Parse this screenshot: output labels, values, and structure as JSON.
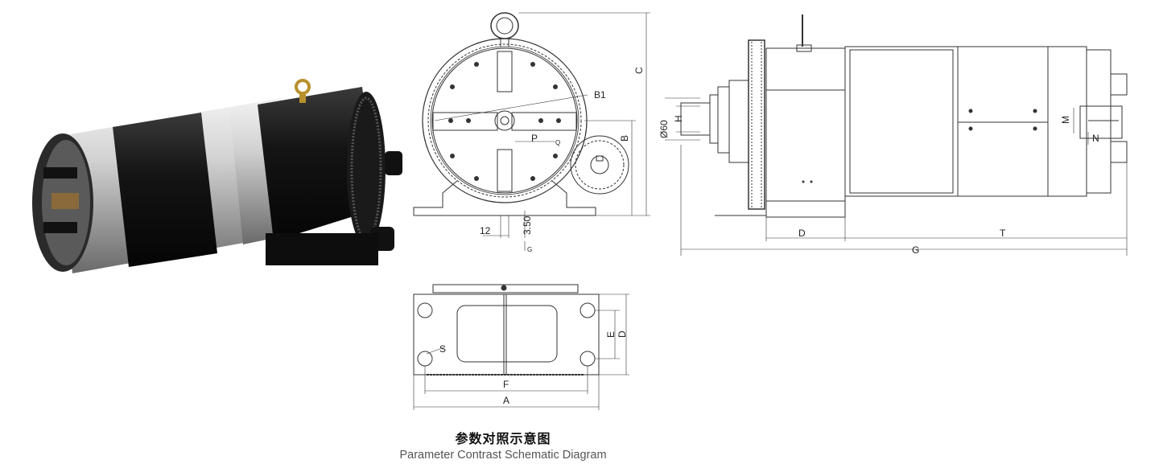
{
  "caption": {
    "chinese": "参数对照示意图",
    "english": "Parameter Contrast Schematic Diagram"
  },
  "labels": {
    "B1": "B1",
    "C": "C",
    "B": "B",
    "P": "P",
    "Q": "Q",
    "d12": "12",
    "d350": "3.50",
    "G_small": "G",
    "phi60": "Ø60",
    "H": "H",
    "D": "D",
    "T": "T",
    "G": "G",
    "M": "M",
    "N": "N",
    "S": "S",
    "E": "E",
    "D_plan": "D",
    "F": "F",
    "A": "A"
  },
  "colors": {
    "line": "#333333",
    "dark_body": "#151515",
    "silver": "#c9c9c9",
    "brass": "#b8912e"
  }
}
